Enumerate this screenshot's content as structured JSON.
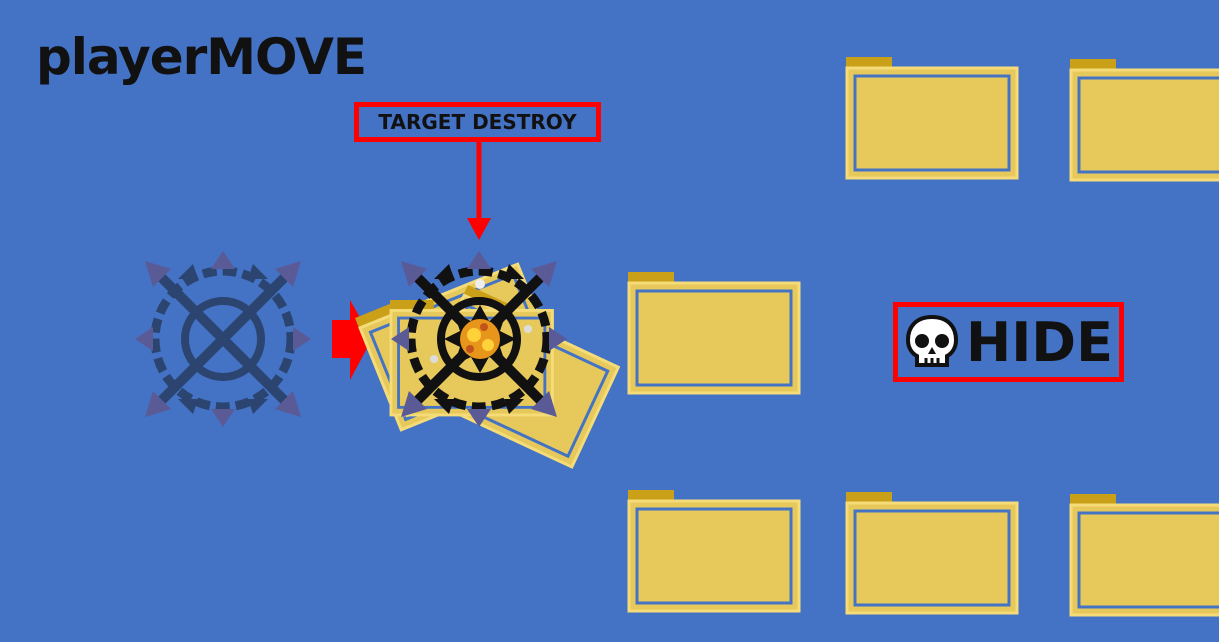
{
  "title": "playerMOVE",
  "callout_label": "TARGET DESTROY",
  "hide_label": "HIDE",
  "icons": {
    "player": "gear-wheel-icon",
    "hide": "skull-icon"
  },
  "colors": {
    "background": "#4472c4",
    "folder_fill": "#e6c95a",
    "folder_border": "#f5dc78",
    "folder_tab": "#c9a017",
    "highlight": "#ff0000",
    "player": "#2b4470"
  }
}
